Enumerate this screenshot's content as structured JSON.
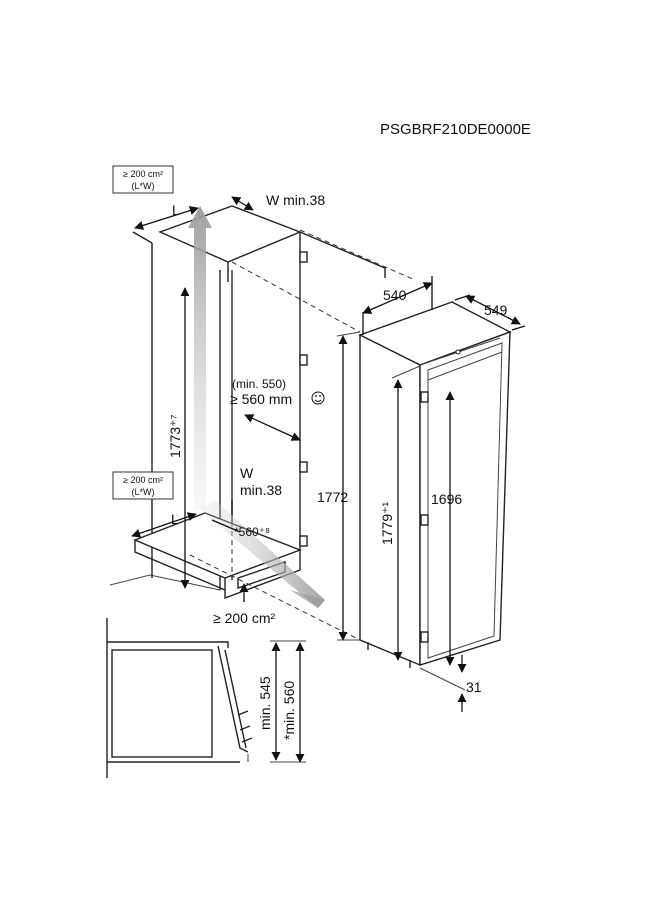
{
  "model_code": "PSGBRF210DE0000E",
  "vent_top": {
    "area": "≥ 200 cm²",
    "formula": "(L*W)",
    "l": "L",
    "w": "W min.38"
  },
  "vent_bottom": {
    "area": "≥ 200 cm²",
    "formula": "(L*W)",
    "l": "L",
    "w_line1": "W",
    "w_line2": "min.38"
  },
  "depth": {
    "line1": "(min. 550)",
    "line2": "≥ 560 mm"
  },
  "dimensions": {
    "niche_height": "1773⁺⁷",
    "niche_base_depth": "*560⁺⁸",
    "niche_height_total": "1772",
    "floor_vent": "≥ 200 cm²",
    "appliance_width": "540",
    "appliance_depth": "549",
    "appliance_height": "1779⁺¹",
    "door_height": "1696",
    "bottom_gap": "31",
    "side_min_545": "min. 545",
    "side_min_560": "*min. 560"
  }
}
